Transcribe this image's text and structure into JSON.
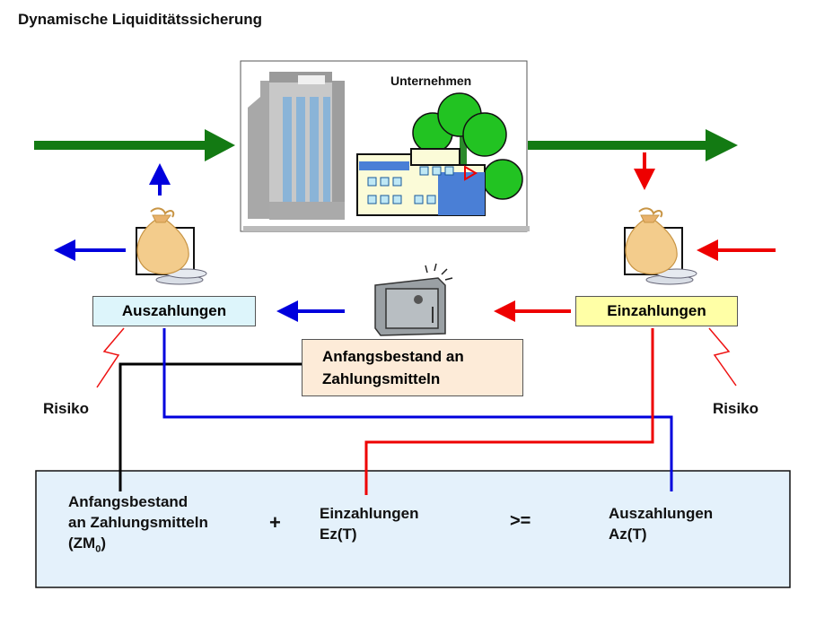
{
  "title": "Dynamische Liquiditätssicherung",
  "company": {
    "label": "Unternehmen"
  },
  "boxes": {
    "payouts": "Auszahlungen",
    "payins": "Einzahlungen",
    "initial_line1": "Anfangsbestand an",
    "initial_line2": "Zahlungsmitteln"
  },
  "risk_left": "Risiko",
  "risk_right": "Risiko",
  "formula": {
    "term1_line1": "Anfangsbestand",
    "term1_line2": "an Zahlungsmitteln",
    "term1_symbol": "(ZM",
    "term1_subscript": "0",
    "term1_close": ")",
    "plus": "+",
    "term2_line1": "Einzahlungen",
    "term2_line2": "Ez(T)",
    "relation": ">=",
    "term3_line1": "Auszahlungen",
    "term3_line2": "Az(T)"
  },
  "colors": {
    "flow_green": "#137a13",
    "payout_blue": "#0000dd",
    "payin_red": "#ee0000",
    "payout_box": "#ddf5fb",
    "payin_box": "#ffffa6",
    "initial_box": "#fdebd8",
    "formula_box": "#e4f1fb"
  }
}
